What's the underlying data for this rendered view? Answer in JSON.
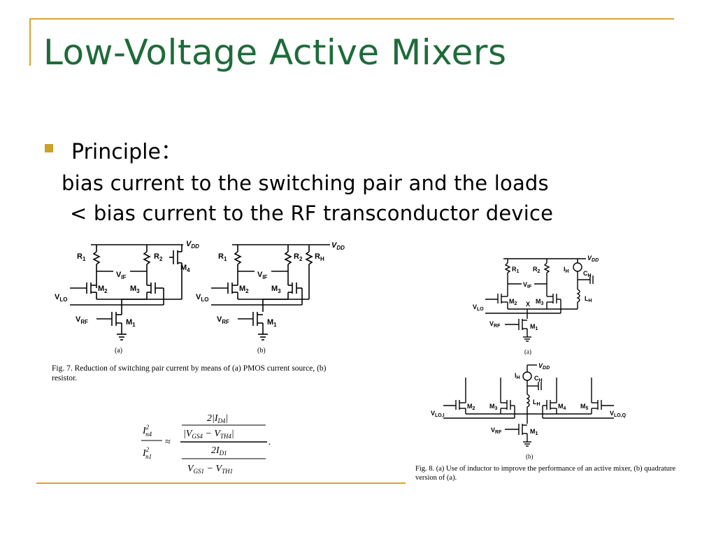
{
  "slide": {
    "title": "Low-Voltage Active Mixers",
    "bullet_label": "Principle：",
    "line1": "bias current to the switching pair and the loads",
    "line2": "< bias current to the RF transconductor device"
  },
  "fig7": {
    "a": {
      "sublabel": "(a)",
      "labels": [
        "VDD",
        "R1",
        "R2",
        "M4",
        "VIF",
        "M2",
        "M3",
        "VLO",
        "VRF",
        "M1"
      ]
    },
    "b": {
      "sublabel": "(b)",
      "labels": [
        "VDD",
        "R1",
        "R2",
        "RH",
        "VIF",
        "M2",
        "M3",
        "VLO",
        "VRF",
        "M1"
      ]
    },
    "caption": "Fig. 7.  Reduction of switching pair current by means of (a) PMOS current source, (b) resistor."
  },
  "fig8": {
    "a": {
      "sublabel": "(a)",
      "labels": [
        "VDD",
        "R1",
        "R2",
        "IH",
        "CH",
        "VIF",
        "LH",
        "M2",
        "X",
        "M3",
        "VLO",
        "VRF",
        "M1"
      ]
    },
    "b": {
      "sublabel": "(b)",
      "labels": [
        "VDD",
        "IH",
        "CH",
        "LH",
        "M2",
        "M3",
        "M4",
        "M5",
        "VLO,I",
        "VLO,Q",
        "VRF",
        "M1"
      ]
    },
    "caption": "Fig. 8.  (a) Use of inductor to improve the performance of an active mixer, (b) quadrature version of (a)."
  },
  "equation": {
    "lhs_num": "I²n4",
    "lhs_den": "I²n1",
    "approx": "≈",
    "num_top": "2|ID4|",
    "num_bottom": "|VGS4 − VTH4|",
    "den_top": "2ID1",
    "den_bottom": "VGS1 − VTH1"
  },
  "colors": {
    "title": "#1e6b3a",
    "accent": "#d9a52b",
    "bullet": "#c9a22a"
  }
}
